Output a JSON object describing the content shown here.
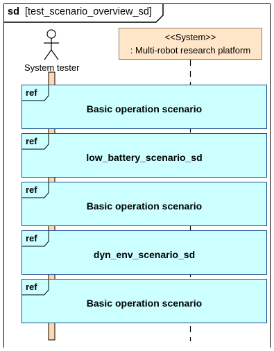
{
  "frame": {
    "keyword": "sd",
    "name": "[test_scenario_overview_sd]"
  },
  "actor": {
    "label": "System tester",
    "icon": "stick-figure-icon"
  },
  "lifeline": {
    "stereotype": "<<System>>",
    "name": ": Multi-robot research platform"
  },
  "refs": [
    {
      "tag": "ref",
      "label": "Basic operation scenario"
    },
    {
      "tag": "ref",
      "label": "low_battery_scenario_sd"
    },
    {
      "tag": "ref",
      "label": "Basic operation scenario"
    },
    {
      "tag": "ref",
      "label": "dyn_env_scenario_sd"
    },
    {
      "tag": "ref",
      "label": "Basic operation scenario"
    }
  ],
  "colors": {
    "ref_fill": "#ccffff",
    "ref_border": "#1a4d8f",
    "lifeline_fill": "#ffe6c8",
    "activation_fill": "#ffd8b0"
  }
}
